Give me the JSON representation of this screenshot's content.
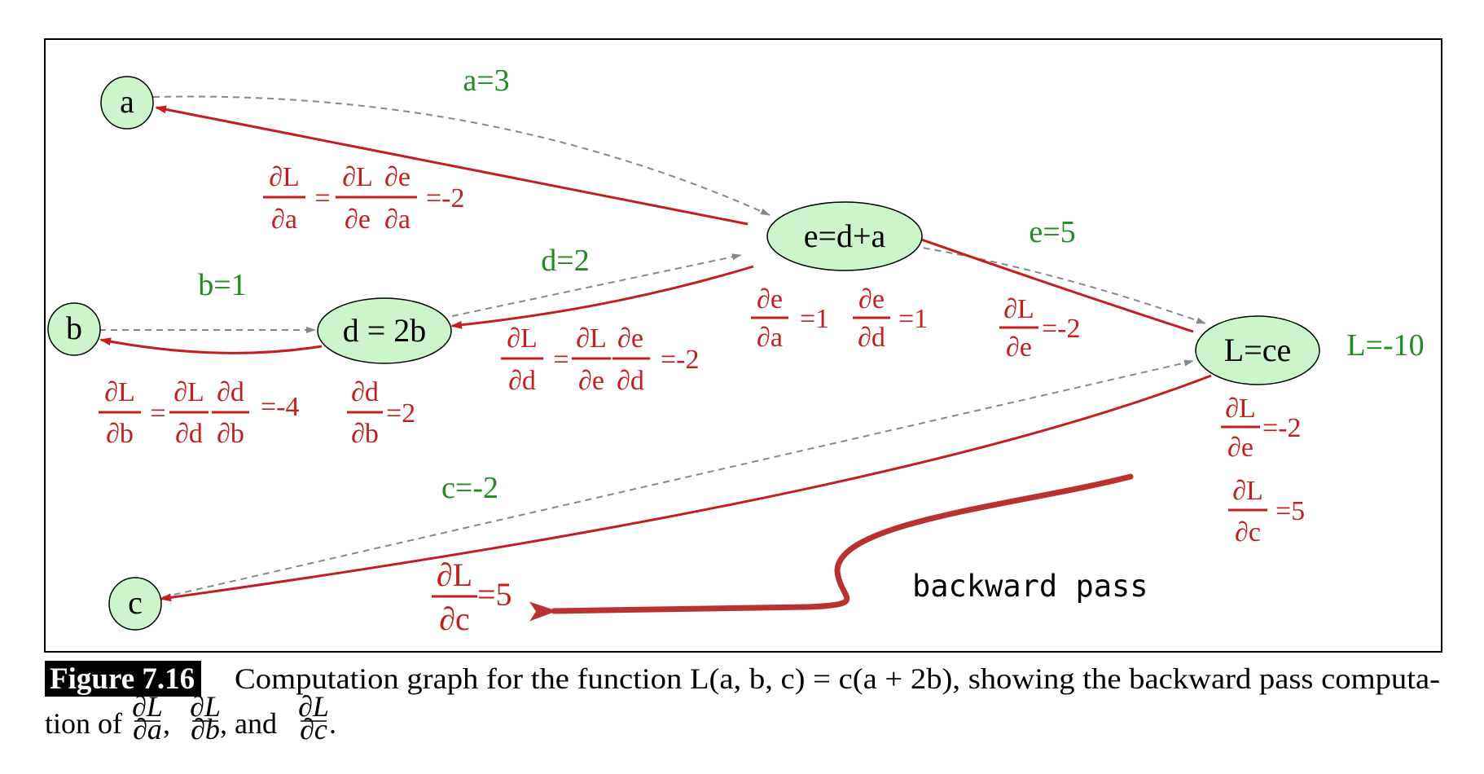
{
  "nodes": {
    "a": "a",
    "b": "b",
    "c": "c",
    "d": "d = 2b",
    "e": "e=d+a",
    "L": "L=ce"
  },
  "forward_values": {
    "a": "a=3",
    "b": "b=1",
    "c": "c=-2",
    "d": "d=2",
    "e": "e=5",
    "L": "L=-10"
  },
  "derivatives": {
    "dL_da_chain": {
      "lhs": [
        "∂L",
        "∂a"
      ],
      "rhs1": [
        "∂L",
        "∂e"
      ],
      "rhs2": [
        "∂e",
        "∂a"
      ],
      "value": "=-2"
    },
    "de_da": {
      "frac": [
        "∂e",
        "∂a"
      ],
      "value": "=1"
    },
    "de_dd": {
      "frac": [
        "∂e",
        "∂d"
      ],
      "value": "=1"
    },
    "dL_de_edge": {
      "frac": [
        "∂L",
        "∂e"
      ],
      "value": "=-2"
    },
    "dL_dd_chain": {
      "lhs": [
        "∂L",
        "∂d"
      ],
      "rhs1": [
        "∂L",
        "∂e"
      ],
      "rhs2": [
        "∂e",
        "∂d"
      ],
      "value": "=-2"
    },
    "dL_db_chain": {
      "lhs": [
        "∂L",
        "∂b"
      ],
      "rhs1": [
        "∂L",
        "∂d"
      ],
      "rhs2": [
        "∂d",
        "∂b"
      ],
      "value": "=-4"
    },
    "dd_db": {
      "frac": [
        "∂d",
        "∂b"
      ],
      "value": "=2"
    },
    "dL_de_node": {
      "frac": [
        "∂L",
        "∂e"
      ],
      "value": "=-2"
    },
    "dL_dc_node": {
      "frac": [
        "∂L",
        "∂c"
      ],
      "value": "=5"
    },
    "dL_dc_edge": {
      "frac": [
        "∂L",
        "∂c"
      ],
      "value": "=5"
    }
  },
  "backward_label": "backward pass",
  "caption": {
    "tag": "Figure 7.16",
    "line1": "Computation graph for the function L(a, b, c) = c(a + 2b), showing the backward pass computa-",
    "line2_prefix": "tion of",
    "frac1": [
      "∂L",
      "∂a"
    ],
    "frac2": [
      "∂L",
      "∂b"
    ],
    "frac3": [
      "∂L",
      "∂c"
    ],
    "and": ", and",
    "comma": ","
  },
  "colors": {
    "node_fill": "#ccf5cc",
    "forward_edge": "#888888",
    "backward_edge": "#c41e1e",
    "value_text": "#1f8c1f",
    "derivative_text": "#c41e1e",
    "caption_tag_bg": "#000000"
  }
}
